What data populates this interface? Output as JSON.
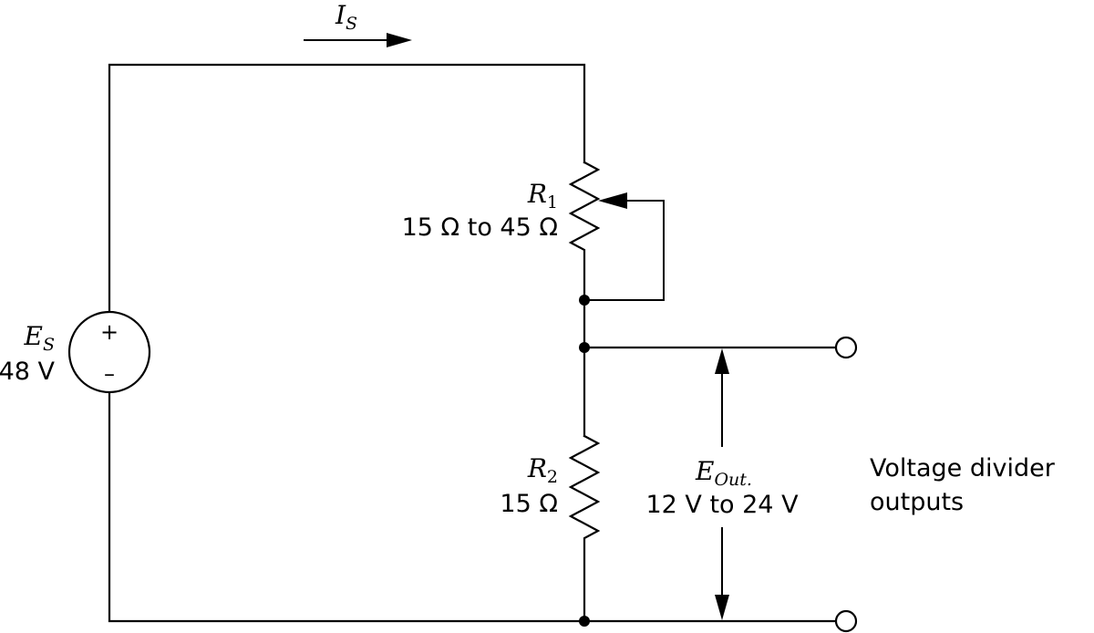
{
  "source": {
    "symbol": "E",
    "subscript": "S",
    "value": "48 V",
    "plus": "+",
    "minus": "–"
  },
  "current": {
    "symbol": "I",
    "subscript": "S"
  },
  "r1": {
    "symbol": "R",
    "subscript": "1",
    "value": "15 Ω to 45 Ω"
  },
  "r2": {
    "symbol": "R",
    "subscript": "2",
    "value": "15 Ω"
  },
  "output": {
    "symbol": "E",
    "subscript": "Out.",
    "value": "12 V to 24 V"
  },
  "outputs_label": {
    "line1": "Voltage divider",
    "line2": "outputs"
  }
}
